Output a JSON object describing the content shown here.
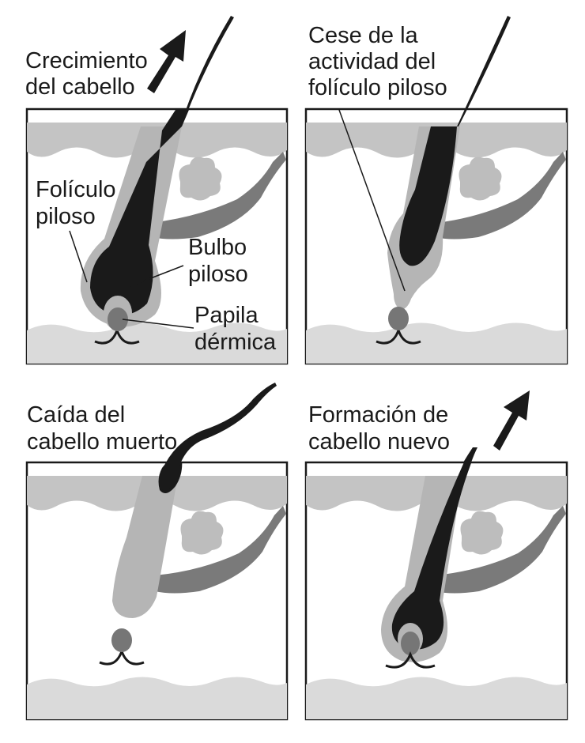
{
  "colors": {
    "hair": "#1a1a1a",
    "follicle": "#b5b5b5",
    "skin_band": "#c4c4c4",
    "gland": "#bdbdbd",
    "muscle": "#7a7a7a",
    "papilla": "#767676",
    "dermis_band": "#dadada",
    "outline": "#1a1a1a",
    "background": "#ffffff"
  },
  "panels": [
    {
      "stage": "growth",
      "caption_lines": [
        "Crecimiento",
        "del cabello"
      ],
      "labels": {
        "follicle": [
          "Folículo",
          "piloso"
        ],
        "bulb": [
          "Bulbo",
          "piloso"
        ],
        "papilla": [
          "Papila",
          "dérmica"
        ]
      },
      "icons": [
        "up-arrow-icon"
      ]
    },
    {
      "stage": "rest",
      "caption_lines": [
        "Cese de la",
        "actividad del",
        "folículo piloso"
      ]
    },
    {
      "stage": "shedding",
      "caption_lines": [
        "Caída del",
        "cabello muerto"
      ]
    },
    {
      "stage": "new-growth",
      "caption_lines": [
        "Formación de",
        "cabello nuevo"
      ],
      "icons": [
        "up-arrow-icon"
      ]
    }
  ]
}
